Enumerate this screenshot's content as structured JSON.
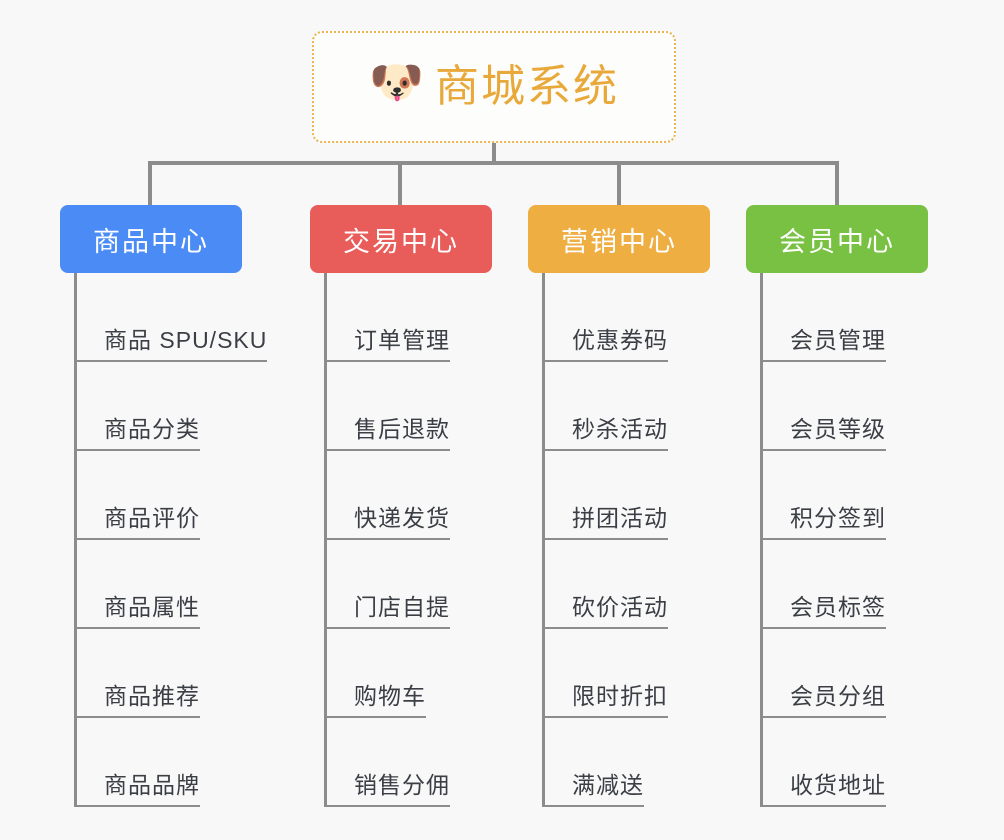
{
  "background_color": "#f8f8f8",
  "root": {
    "icon": "shiba-dog-emoji",
    "icon_glyph": "🐶",
    "title": "商城系统",
    "title_color": "#e9a93a",
    "border_color": "#eab54e"
  },
  "connector_color": "#8c8c8c",
  "branches": [
    {
      "name": "product-center",
      "label": "商品中心",
      "color": "#4a8bf5",
      "items": [
        "商品 SPU/SKU",
        "商品分类",
        "商品评价",
        "商品属性",
        "商品推荐",
        "商品品牌"
      ]
    },
    {
      "name": "trade-center",
      "label": "交易中心",
      "color": "#e85c5a",
      "items": [
        "订单管理",
        "售后退款",
        "快递发货",
        "门店自提",
        "购物车",
        "销售分佣"
      ]
    },
    {
      "name": "marketing-center",
      "label": "营销中心",
      "color": "#eeae42",
      "items": [
        "优惠券码",
        "秒杀活动",
        "拼团活动",
        "砍价活动",
        "限时折扣",
        "满减送"
      ]
    },
    {
      "name": "member-center",
      "label": "会员中心",
      "color": "#78c142",
      "items": [
        "会员管理",
        "会员等级",
        "积分签到",
        "会员标签",
        "会员分组",
        "收货地址"
      ]
    }
  ]
}
